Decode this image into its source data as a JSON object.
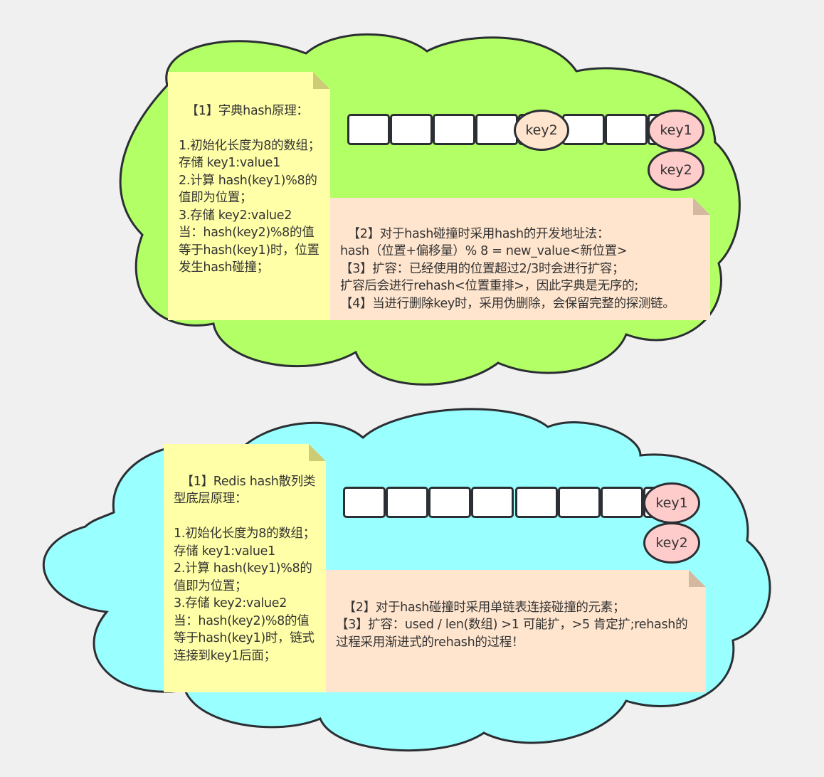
{
  "colors": {
    "background": "#f0f0f0",
    "cloud_top": "#b3ff66",
    "cloud_bottom": "#99ffff",
    "note_yellow": "#ffffa8",
    "note_peach": "#ffe5ce",
    "key_pink": "#ffcccc",
    "outline": "#2b2f33"
  },
  "top_cloud": {
    "note_left": {
      "text": "【1】字典hash原理：\n\n1.初始化长度为8的数组；\n存储 key1:value1\n2.计算 hash(key1)%8的值即为位置；\n3.存储 key2:value2\n当：hash(key2)%8的值等于hash(key1)时，位置发生hash碰撞；"
    },
    "array": {
      "slot_count": 8,
      "keys": [
        {
          "label": "key2",
          "position": "slot 5 (open addressing)"
        },
        {
          "label": "key1",
          "position": "slot 8"
        },
        {
          "label": "key2",
          "position": "collision below slot 8"
        }
      ]
    },
    "note_right": {
      "text": "【2】对于hash碰撞时采用hash的开发地址法：\nhash（位置+偏移量）% 8 = new_value<新位置>\n【3】扩容：已经使用的位置超过2/3时会进行扩容；\n扩容后会进行rehash<位置重排>，因此字典是无序的;\n【4】当进行删除key时，采用伪删除，会保留完整的探测链。"
    }
  },
  "bottom_cloud": {
    "note_left": {
      "text": "【1】Redis hash散列类型底层原理：\n\n1.初始化长度为8的数组；\n存储 key1:value1\n2.计算 hash(key1)%8的值即为位置；\n3.存储 key2:value2\n当：hash(key2)%8的值等于hash(key1)时，链式连接到key1后面；"
    },
    "array": {
      "slot_count": 8,
      "keys": [
        {
          "label": "key1",
          "position": "slot 8"
        },
        {
          "label": "key2",
          "position": "chained below key1"
        }
      ]
    },
    "note_right": {
      "text": "【2】对于hash碰撞时采用单链表连接碰撞的元素；\n【3】扩容：used / len(数组) >1 可能扩，>5 肯定扩;rehash的过程采用渐进式的rehash的过程！"
    }
  },
  "labels": {
    "top_key2_inline": "key2",
    "top_key1": "key1",
    "top_key2_chain": "key2",
    "bottom_key1": "key1",
    "bottom_key2": "key2"
  }
}
